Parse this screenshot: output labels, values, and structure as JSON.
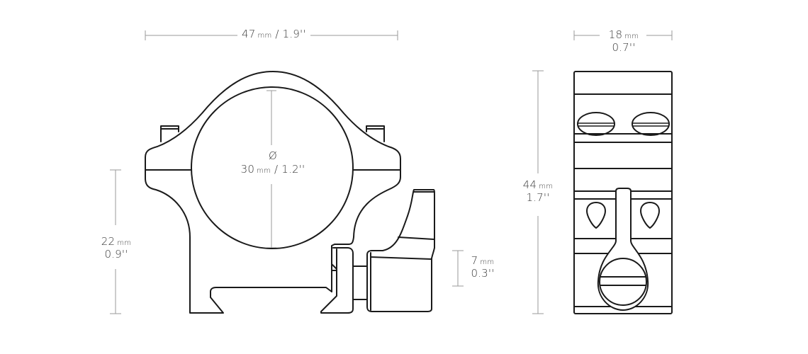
{
  "colors": {
    "outline": "#1a1a1a",
    "dimension_line": "#9a9a9a",
    "label_text": "#3a3a3a",
    "background": "#ffffff"
  },
  "dimensions": {
    "width": {
      "value": "47",
      "unit": "mm",
      "separator": "/",
      "imperial": "1.9''"
    },
    "tube_diameter": {
      "symbol": "Ø",
      "value": "30",
      "unit": "mm",
      "separator": "/",
      "imperial": "1.2''"
    },
    "height_base": {
      "value": "22",
      "unit": "mm",
      "imperial": "0.9''"
    },
    "lever_height": {
      "value": "7",
      "unit": "mm",
      "imperial": "0.3''"
    },
    "total_height": {
      "value": "44",
      "unit": "mm",
      "imperial": "1.7''"
    },
    "depth": {
      "value": "18",
      "unit": "mm",
      "imperial": "0.7''"
    }
  },
  "views": {
    "front": "front-view-scope-ring",
    "side": "side-view-scope-ring"
  }
}
